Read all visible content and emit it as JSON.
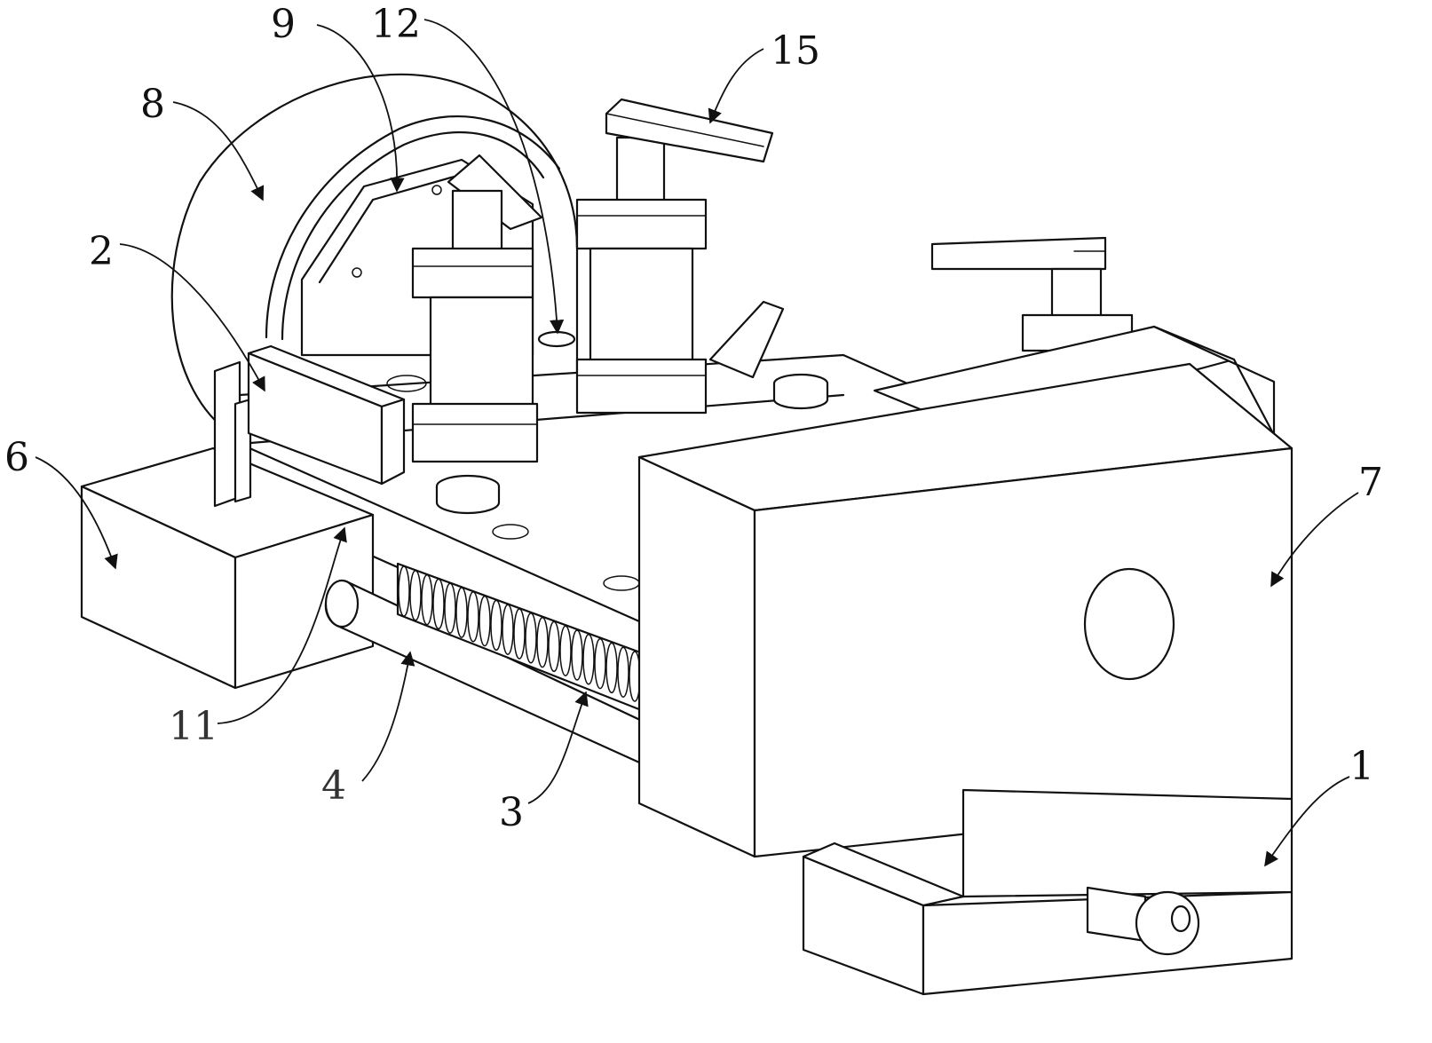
{
  "colors": {
    "line": "#111111",
    "paper": "#ffffff"
  },
  "labels": [
    {
      "id": "label-9",
      "text": "9"
    },
    {
      "id": "label-12",
      "text": "12"
    },
    {
      "id": "label-15",
      "text": "15"
    },
    {
      "id": "label-8",
      "text": "8"
    },
    {
      "id": "label-2",
      "text": "2"
    },
    {
      "id": "label-6",
      "text": "6"
    },
    {
      "id": "label-7",
      "text": "7"
    },
    {
      "id": "label-11",
      "text": "11"
    },
    {
      "id": "label-4",
      "text": "4"
    },
    {
      "id": "label-3",
      "text": "3"
    },
    {
      "id": "label-1",
      "text": "1"
    }
  ]
}
